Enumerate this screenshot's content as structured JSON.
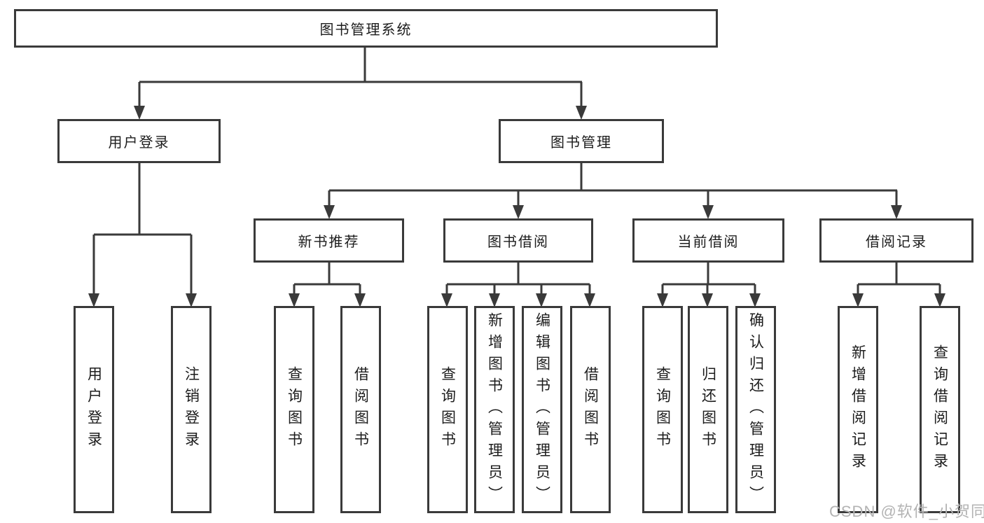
{
  "colors": {
    "line": "#3a3a3a",
    "text": "#1c1c1c",
    "watermark": "#b3b3b3",
    "background": "#ffffff"
  },
  "watermark": "CSDN @软件_小贺同学",
  "tree": {
    "root": "图书管理系统",
    "branches": [
      {
        "label": "用户登录",
        "leaves": [
          "用户登录",
          "注销登录"
        ]
      },
      {
        "label": "图书管理",
        "groups": [
          {
            "label": "新书推荐",
            "leaves": [
              "查询图书",
              "借阅图书"
            ]
          },
          {
            "label": "图书借阅",
            "leaves": [
              "查询图书",
              "新增图书（管理员）",
              "编辑图书（管理员）",
              "借阅图书"
            ]
          },
          {
            "label": "当前借阅",
            "leaves": [
              "查询图书",
              "归还图书",
              "确认归还（管理员）"
            ]
          },
          {
            "label": "借阅记录",
            "leaves": [
              "新增借阅记录",
              "查询借阅记录"
            ]
          }
        ]
      }
    ]
  }
}
